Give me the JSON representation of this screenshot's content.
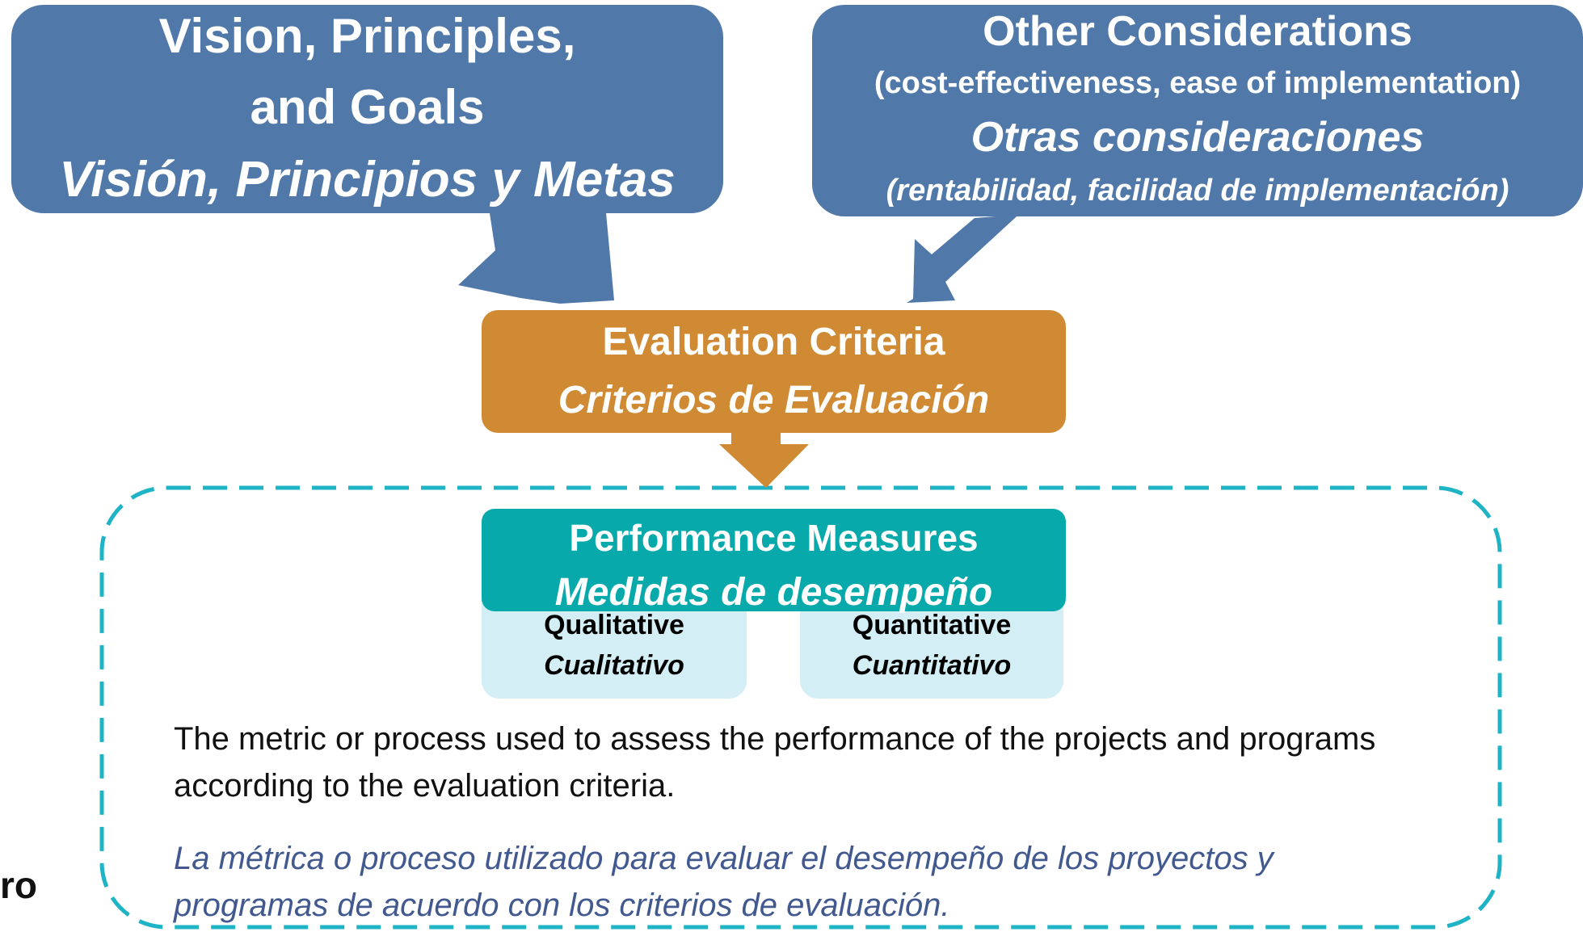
{
  "vision": {
    "line1": "Vision, Principles,",
    "line2": "and Goals",
    "line3": "Visión, Principios y Metas"
  },
  "other": {
    "title": "Other Considerations",
    "subtitle": "(cost-effectiveness, ease of implementation)",
    "title_es": "Otras consideraciones",
    "subtitle_es": "(rentabilidad, facilidad de implementación)"
  },
  "criteria": {
    "title": "Evaluation Criteria",
    "title_es": "Criterios de Evaluación"
  },
  "performance": {
    "title": "Performance Measures",
    "title_es": "Medidas de desempeño",
    "qualitative": "Qualitative",
    "qualitative_es": "Cualitativo",
    "quantitative": "Quantitative",
    "quantitative_es": "Cuantitativo"
  },
  "description": {
    "en": "The metric or process used to assess the performance of the projects and programs according to the evaluation criteria.",
    "es": "La métrica o proceso utilizado para evaluar el desempeño de los proyectos y programas de acuerdo con los criterios de evaluación."
  },
  "logo_fragment": "ro",
  "colors": {
    "blue_box": "#5078a9",
    "orange_box": "#d08a33",
    "teal_box": "#07a9aa",
    "light_teal": "#d3eef4",
    "dashed_border": "#1fb3c6",
    "spanish_text": "#41598f"
  }
}
